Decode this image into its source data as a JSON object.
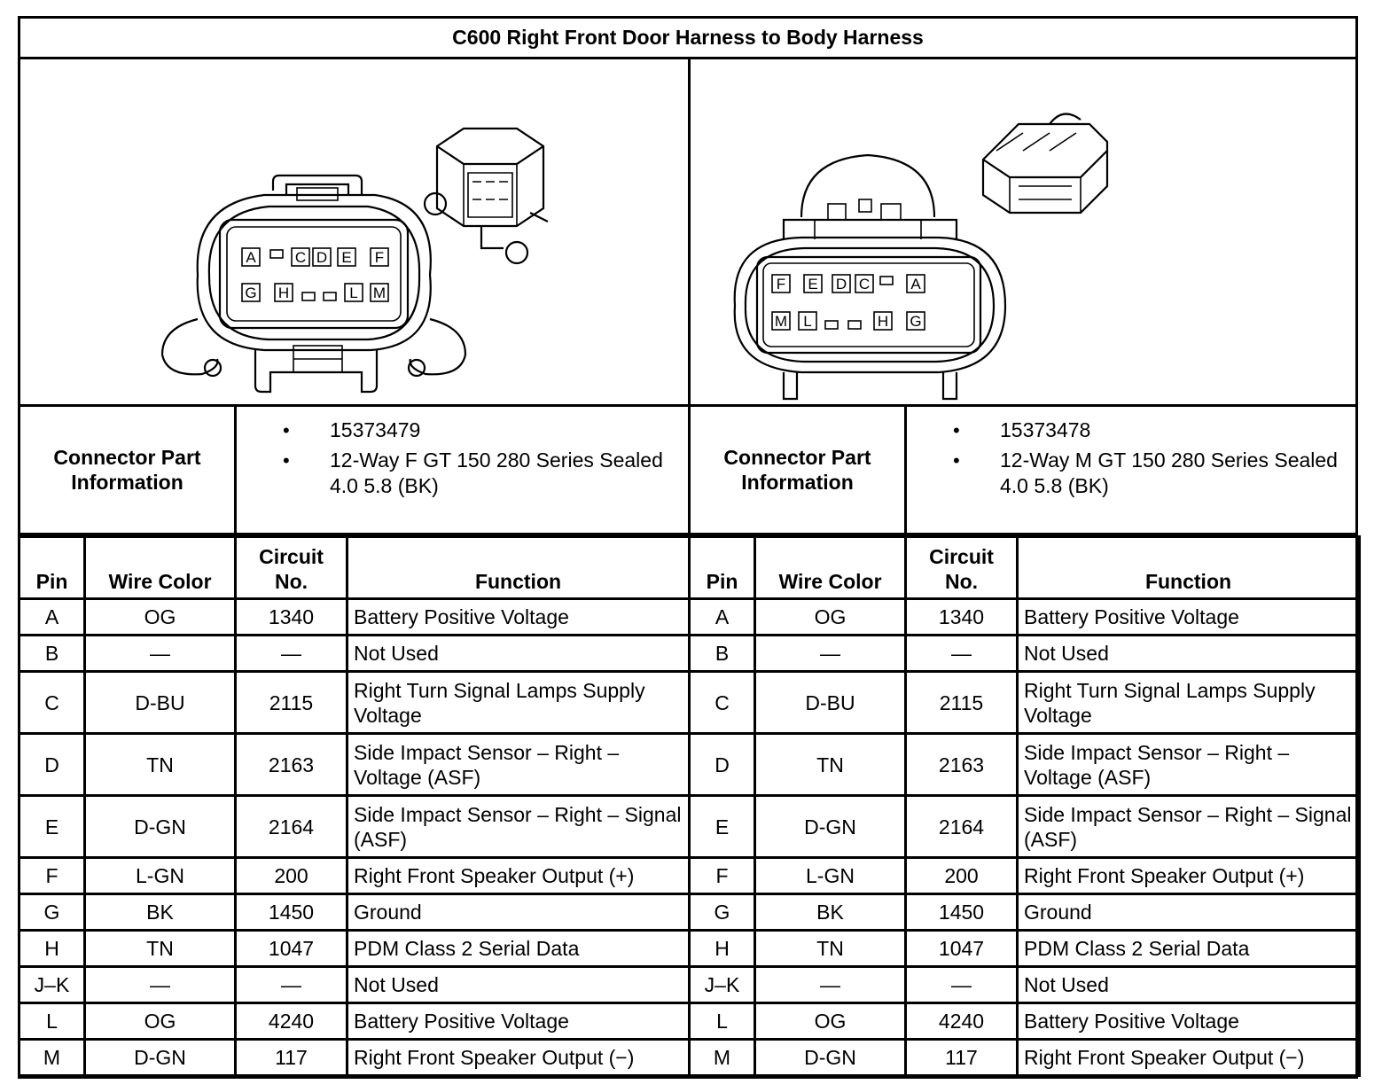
{
  "title": "C600 Right Front Door Harness to Body Harness",
  "left": {
    "info_label": "Connector Part Information",
    "info_items": [
      "15373479",
      "12-Way F GT 150 280 Series Sealed 4.0 5.8 (BK)"
    ],
    "pin_labels": [
      "A",
      "C",
      "D",
      "E",
      "F",
      "G",
      "H",
      "L",
      "M"
    ]
  },
  "right": {
    "info_label": "Connector Part Information",
    "info_items": [
      "15373478",
      "12-Way M GT 150 280 Series Sealed 4.0 5.8 (BK)"
    ],
    "pin_labels": [
      "F",
      "E",
      "D",
      "C",
      "A",
      "M",
      "L",
      "H",
      "G"
    ]
  },
  "table": {
    "headers": [
      "Pin",
      "Wire Color",
      "Circuit No.",
      "Function"
    ],
    "rows": [
      {
        "pin": "A",
        "color": "OG",
        "circuit": "1340",
        "function": "Battery Positive Voltage"
      },
      {
        "pin": "B",
        "color": "—",
        "circuit": "—",
        "function": "Not Used"
      },
      {
        "pin": "C",
        "color": "D-BU",
        "circuit": "2115",
        "function": "Right Turn Signal Lamps Supply Voltage"
      },
      {
        "pin": "D",
        "color": "TN",
        "circuit": "2163",
        "function": "Side Impact Sensor – Right – Voltage (ASF)"
      },
      {
        "pin": "E",
        "color": "D-GN",
        "circuit": "2164",
        "function": "Side Impact Sensor – Right – Signal (ASF)"
      },
      {
        "pin": "F",
        "color": "L-GN",
        "circuit": "200",
        "function": "Right Front Speaker Output (+)"
      },
      {
        "pin": "G",
        "color": "BK",
        "circuit": "1450",
        "function": "Ground"
      },
      {
        "pin": "H",
        "color": "TN",
        "circuit": "1047",
        "function": "PDM Class 2 Serial Data"
      },
      {
        "pin": "J–K",
        "color": "—",
        "circuit": "—",
        "function": "Not Used"
      },
      {
        "pin": "L",
        "color": "OG",
        "circuit": "4240",
        "function": "Battery Positive Voltage"
      },
      {
        "pin": "M",
        "color": "D-GN",
        "circuit": "117",
        "function": "Right Front Speaker Output (−)"
      }
    ]
  }
}
